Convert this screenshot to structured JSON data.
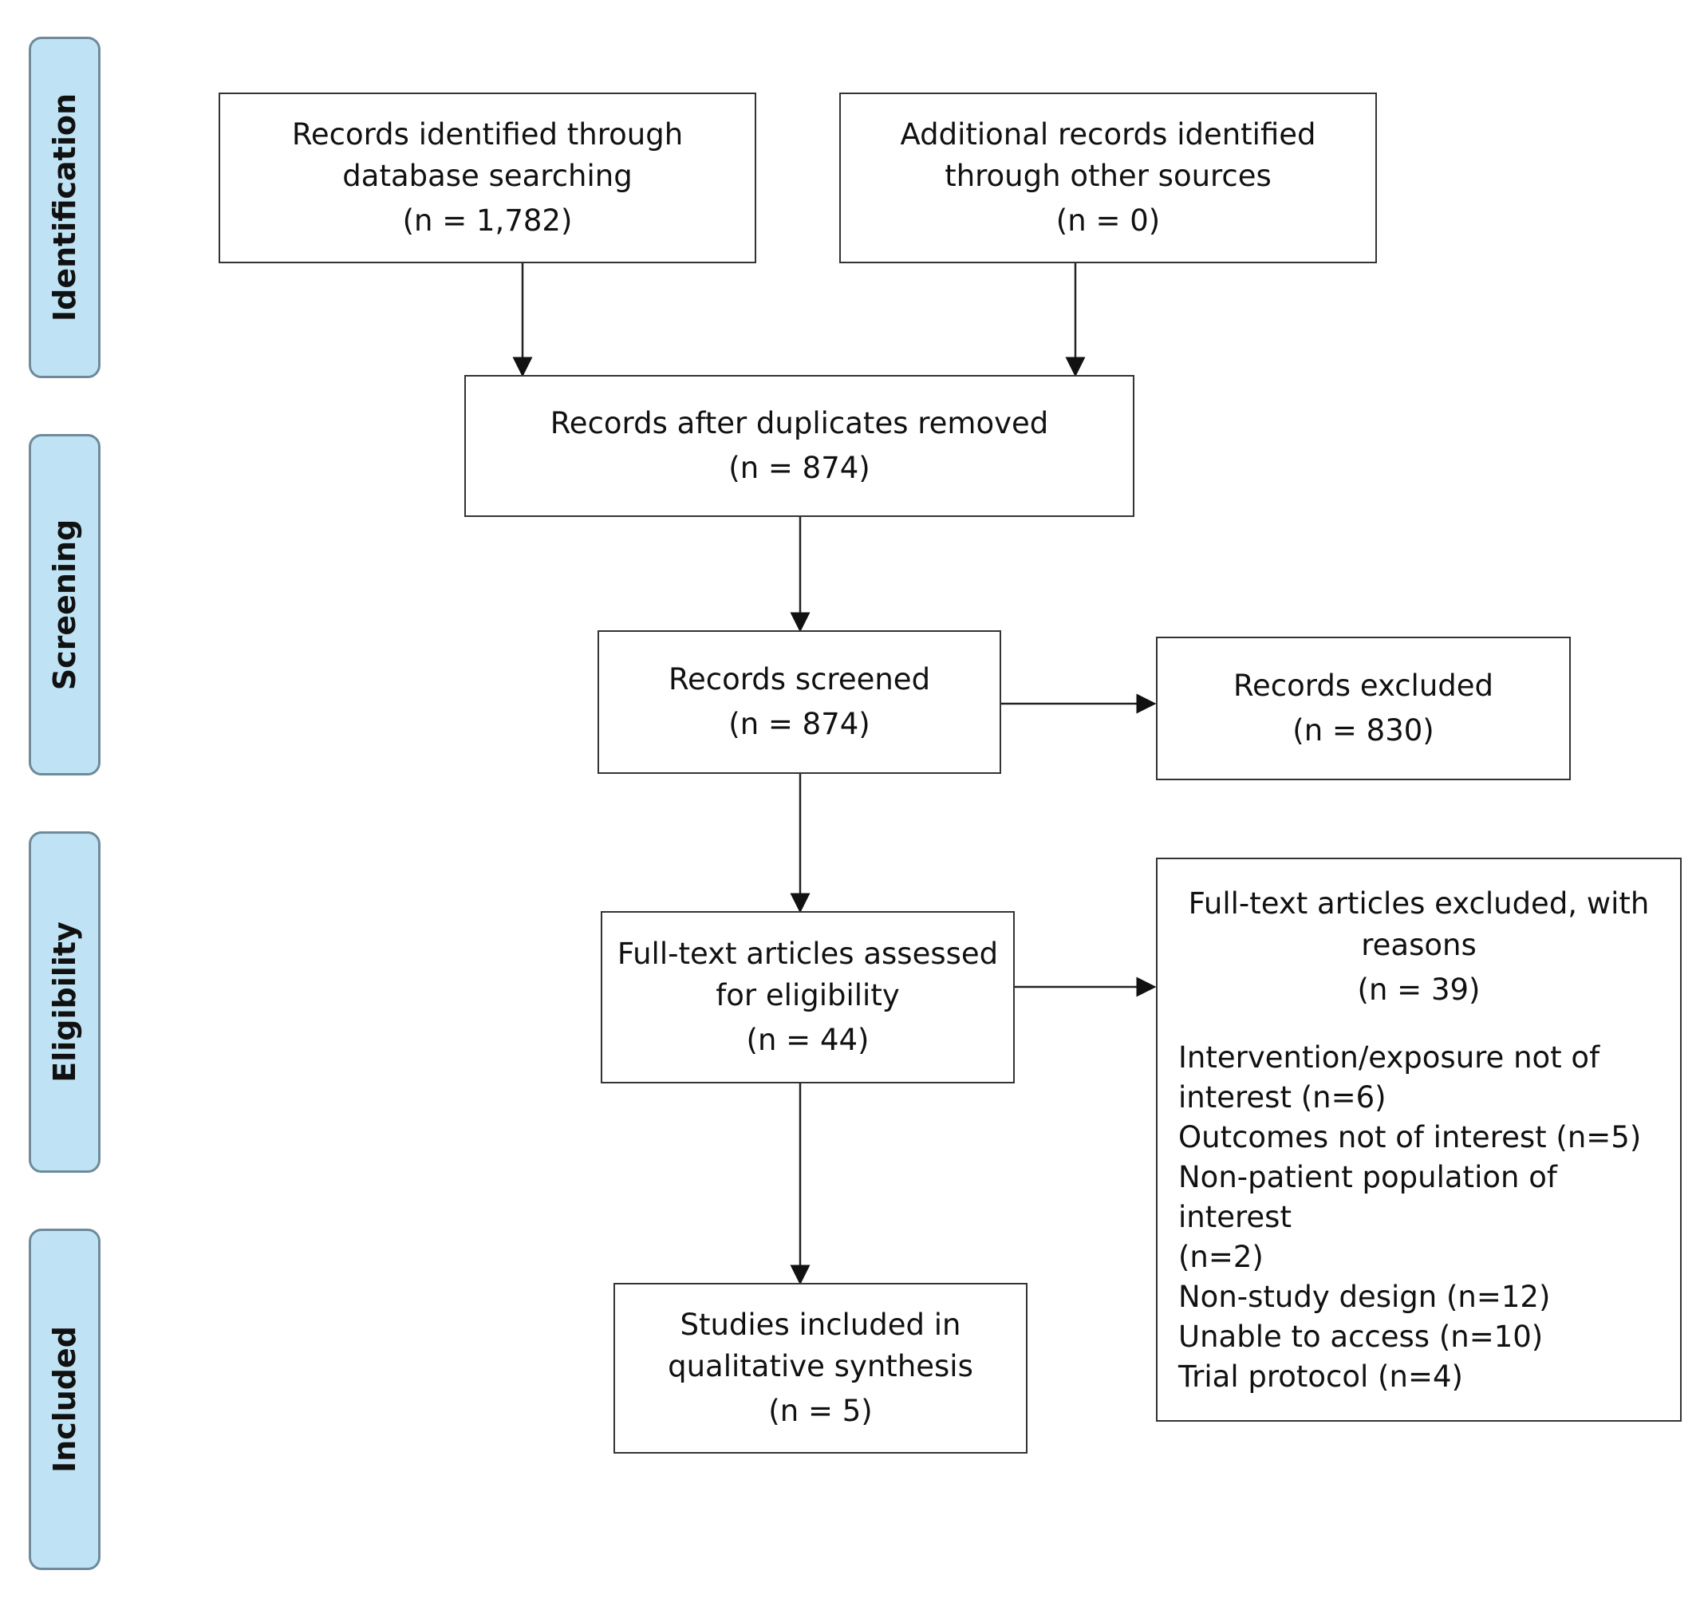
{
  "stages": [
    {
      "id": "identification",
      "label": "Identification"
    },
    {
      "id": "screening",
      "label": "Screening"
    },
    {
      "id": "eligibility",
      "label": "Eligibility"
    },
    {
      "id": "included",
      "label": "Included"
    }
  ],
  "boxes": {
    "database_search": {
      "lines": [
        "Records identified through",
        "database searching"
      ],
      "count": "(n = 1,782)"
    },
    "other_sources": {
      "lines": [
        "Additional records identified",
        "through other sources"
      ],
      "count": "(n = 0)"
    },
    "duplicates_removed": {
      "lines": [
        "Records after duplicates removed"
      ],
      "count": "(n = 874)"
    },
    "screened": {
      "lines": [
        "Records screened"
      ],
      "count": "(n = 874)"
    },
    "excluded": {
      "lines": [
        "Records excluded"
      ],
      "count": "(n = 830)"
    },
    "full_text_assessed": {
      "lines": [
        "Full-text articles assessed",
        "for eligibility"
      ],
      "count": "(n = 44)"
    },
    "full_text_excluded": {
      "lines": [
        "Full-text articles excluded, with",
        "reasons"
      ],
      "count": "(n = 39)",
      "reasons": [
        "Intervention/exposure not of",
        "interest (n=6)",
        "Outcomes not of interest (n=5)",
        "Non-patient population of interest",
        "(n=2)",
        "Non-study design (n=12)",
        "Unable to access (n=10)",
        "Trial protocol (n=4)"
      ]
    },
    "included": {
      "lines": [
        "Studies included in",
        "qualitative synthesis"
      ],
      "count": "(n = 5)"
    }
  }
}
